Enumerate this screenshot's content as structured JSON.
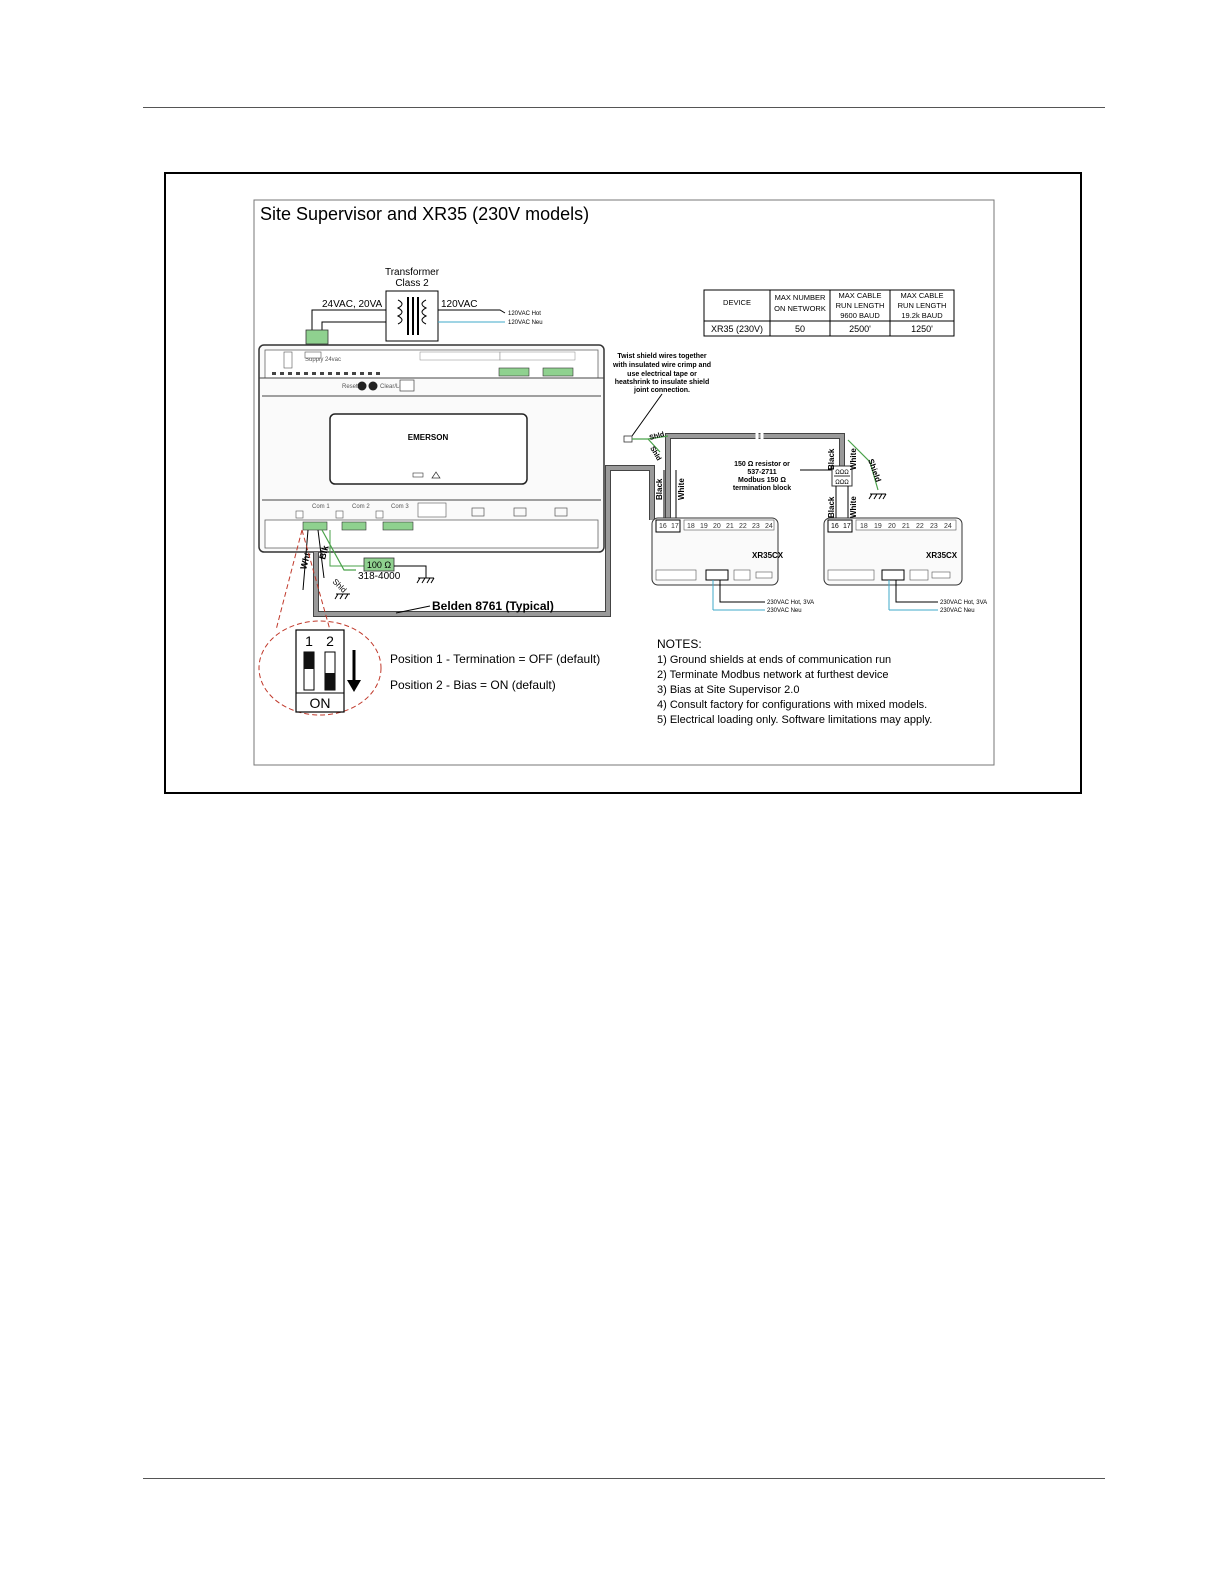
{
  "diagram": {
    "title": "Site Supervisor and XR35 (230V models)",
    "transformer": {
      "title": "Transformer",
      "class": "Class 2",
      "secondary": "24VAC, 20VA",
      "primary": "120VAC",
      "line_hot": "120VAC Hot",
      "line_neu": "120VAC Neu"
    },
    "controller": {
      "brand": "EMERSON",
      "reset_label": "Reset",
      "clear_label": "Clear/Lost",
      "supply_label": "Supply 24vac",
      "com_labels": [
        "Com 1",
        "Com 2",
        "Com 3"
      ]
    },
    "table": {
      "headers": [
        [
          "DEVICE"
        ],
        [
          "MAX NUMBER",
          "ON NETWORK"
        ],
        [
          "MAX CABLE",
          "RUN LENGTH",
          "9600 BAUD"
        ],
        [
          "MAX CABLE",
          "RUN LENGTH",
          "19.2k BAUD"
        ]
      ],
      "rows": [
        [
          "XR35 (230V)",
          "50",
          "2500'",
          "1250'"
        ]
      ]
    },
    "twist_note": [
      "Twist shield wires together",
      "with insulated wire crimp and",
      "use electrical tape or",
      "heatshrink to insulate shield",
      "joint connection."
    ],
    "resistor_note": [
      "150 Ω resistor or",
      "537-2711",
      "Modbus 150 Ω",
      "termination block"
    ],
    "wires": {
      "shld": "Shld",
      "blk": "Blk",
      "black": "Black",
      "white": "White",
      "wht": "Wht",
      "shield": "Shield"
    },
    "resistor": {
      "value": "100 Ω",
      "part": "318-4000"
    },
    "cable_label": "Belden 8761 (Typical)",
    "xr35": {
      "model": "XR35CX",
      "terminals": [
        "16",
        "17",
        "18",
        "19",
        "20",
        "21",
        "22",
        "23",
        "24"
      ],
      "power_hot": "230VAC Hot, 3VA",
      "power_neu": "230VAC Neu"
    },
    "dip_switch": {
      "numbers": [
        "1",
        "2"
      ],
      "on_label": "ON",
      "position1": "Position 1 - Termination = OFF (default)",
      "position2": "Position 2 - Bias = ON (default)"
    },
    "notes": {
      "heading": "NOTES:",
      "items": [
        "1) Ground shields at ends of communication run",
        "2) Terminate Modbus network at furthest device",
        "3) Bias at Site Supervisor 2.0",
        "4) Consult factory for configurations with mixed models.",
        "5) Electrical loading only.  Software limitations may apply."
      ]
    },
    "colors": {
      "cable": "#9a9a9a",
      "terminal_green": "#8fd18f",
      "shield_green": "#4aa24a",
      "line_blue": "#3fa9c9",
      "dip_red": "#c0392b"
    }
  }
}
